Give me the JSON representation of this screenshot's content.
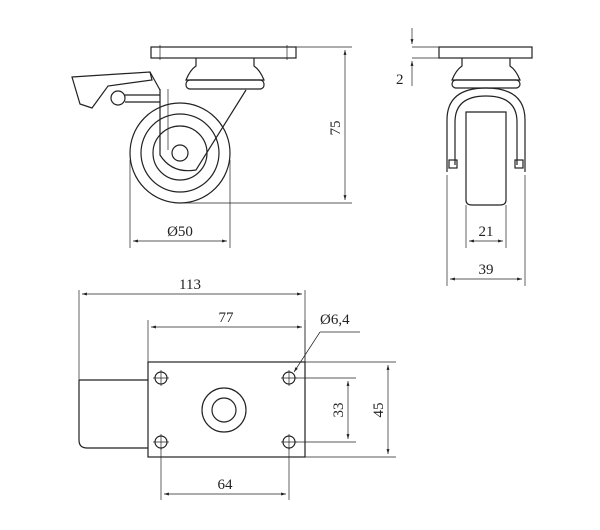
{
  "dimensions": {
    "wheel_height": "75",
    "wheel_diameter": "Ø50",
    "plate_thickness": "2",
    "wheel_width": "21",
    "overall_width": "39",
    "overall_length": "113",
    "hole_spacing_length": "77",
    "hole_diameter": "Ø6,4",
    "hole_spacing_width": "33",
    "plate_width": "45",
    "plate_length": "64"
  }
}
